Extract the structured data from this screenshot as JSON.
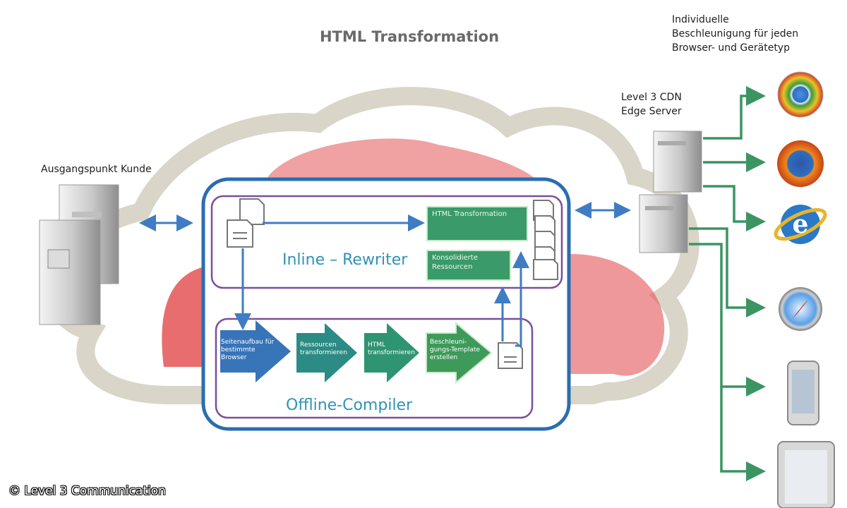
{
  "title": "HTML Transformation",
  "origin": {
    "label": "Ausgangspunkt Kunde"
  },
  "edge_server": {
    "line1": "Level 3 CDN",
    "line2": "Edge Server"
  },
  "acceleration": {
    "line1": "Individuelle",
    "line2": "Beschleunigung für jeden",
    "line3": "Browser- und Gerätetyp"
  },
  "inline_rewriter": {
    "label": "Inline – Rewriter",
    "html_box": "HTML Transformation",
    "resources_box": "Konsolidierte Ressourcen"
  },
  "offline_compiler": {
    "label": "Offline-Compiler",
    "steps": [
      "Seitenaufbau für bestimmte Browser",
      "Ressourcen transformieren",
      "HTML transformieren",
      "Beschleuni-gungs-Template erstellen"
    ]
  },
  "clients": [
    "chrome-icon",
    "firefox-icon",
    "internet-explorer-icon",
    "safari-icon",
    "smartphone-icon",
    "tablet-icon"
  ],
  "copyright": "© Level 3 Communication",
  "colors": {
    "cloud_outline": "#d9d5c8",
    "cloud_red": "#e45456",
    "frame_blue": "#2b6db0",
    "frame_purple": "#7b4f9c",
    "arrow_blue": "#3f7cc4",
    "arrow_green": "#3c9463",
    "step_blue": "#3874b8",
    "step_teal": "#2c8b84",
    "step_green": "#3d9a5a"
  }
}
